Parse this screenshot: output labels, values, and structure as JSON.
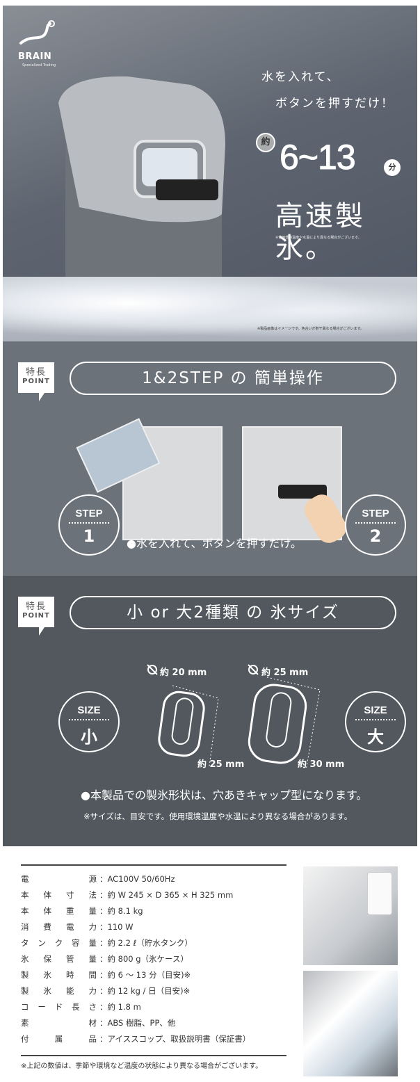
{
  "hero": {
    "logo": {
      "name": "BRAIN",
      "tagline": "Specialized Trading"
    },
    "catch_line1": "水を入れて、",
    "catch_line2": "ボタンを押すだけ！",
    "approx_badge": "約",
    "time_range": "6~13",
    "unit_badge": "分",
    "headline": "高速製氷。",
    "headline_note": "※使用環境温度や水温により異なる場合がございます。",
    "image_note": "※製品画像はイメージです。色合いが若干異なる場合がございます。"
  },
  "feature1": {
    "point_label": [
      "特長",
      "POINT"
    ],
    "title": "1&2STEP の 簡単操作",
    "step1": {
      "label": "STEP",
      "number": "1"
    },
    "step2": {
      "label": "STEP",
      "number": "2"
    },
    "caption": "●水を入れて、ボタンを押すだけ。"
  },
  "feature2": {
    "point_label": [
      "特長",
      "POINT"
    ],
    "title": "小 or 大2種類 の 氷サイズ",
    "small": {
      "label": "SIZE",
      "size": "小",
      "diameter": "約 20 mm",
      "height": "約 25 mm"
    },
    "large": {
      "label": "SIZE",
      "size": "大",
      "diameter": "約 25 mm",
      "height": "約 30 mm"
    },
    "caption": "●本製品での製氷形状は、穴あきキャップ型になります。",
    "note": "※サイズは、目安です。使用環境温度や水温により異なる場合があります。"
  },
  "specs": {
    "rows": [
      {
        "key": [
          "電",
          "源"
        ],
        "value": "AC100V  50/60Hz"
      },
      {
        "key": [
          "本",
          "体",
          "寸",
          "法"
        ],
        "value": "約 W 245 × D 365 × H 325 mm"
      },
      {
        "key": [
          "本",
          "体",
          "重",
          "量"
        ],
        "value": "約 8.1 kg"
      },
      {
        "key": [
          "消",
          "費",
          "電",
          "力"
        ],
        "value": "110 W"
      },
      {
        "key": [
          "タ",
          "ン",
          "ク",
          "容",
          "量"
        ],
        "value": "約 2.2 ℓ（貯水タンク）"
      },
      {
        "key": [
          "氷",
          "保",
          "管",
          "量"
        ],
        "value": "約 800 g（氷ケース）"
      },
      {
        "key": [
          "製",
          "氷",
          "時",
          "間"
        ],
        "value": "約 6 ～ 13 分（目安)※"
      },
      {
        "key": [
          "製",
          "氷",
          "能",
          "力"
        ],
        "value": "約 12 kg / 日（目安)※"
      },
      {
        "key": [
          "コ",
          "ー",
          "ド",
          "長",
          "さ"
        ],
        "value": "約 1.8 m"
      },
      {
        "key": [
          "素",
          "材"
        ],
        "value": "ABS 樹脂、PP、他"
      },
      {
        "key": [
          "付",
          "属",
          "品"
        ],
        "value": "アイススコップ、取扱説明書（保証書）"
      }
    ],
    "footnote": "※上記の数値は、季節や環境など温度の状態により異なる場合がございます。"
  }
}
